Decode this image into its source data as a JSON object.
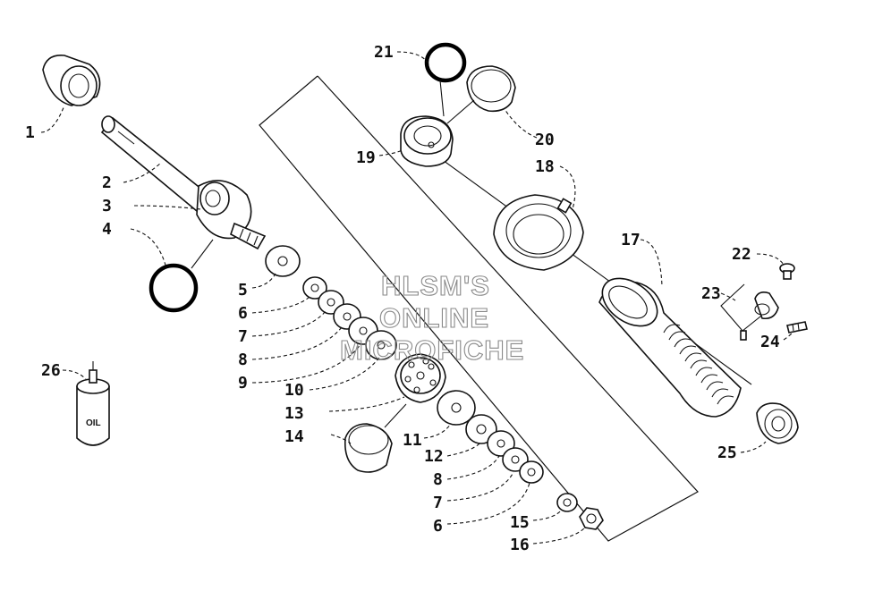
{
  "callouts": [
    {
      "id": "c1",
      "text": "1"
    },
    {
      "id": "c2",
      "text": "2"
    },
    {
      "id": "c3",
      "text": "3"
    },
    {
      "id": "c4",
      "text": "4"
    },
    {
      "id": "c5",
      "text": "5"
    },
    {
      "id": "c6a",
      "text": "6"
    },
    {
      "id": "c7a",
      "text": "7"
    },
    {
      "id": "c8a",
      "text": "8"
    },
    {
      "id": "c9",
      "text": "9"
    },
    {
      "id": "c10",
      "text": "10"
    },
    {
      "id": "c11",
      "text": "11"
    },
    {
      "id": "c12",
      "text": "12"
    },
    {
      "id": "c13",
      "text": "13"
    },
    {
      "id": "c14",
      "text": "14"
    },
    {
      "id": "c15",
      "text": "15"
    },
    {
      "id": "c16",
      "text": "16"
    },
    {
      "id": "c17",
      "text": "17"
    },
    {
      "id": "c18",
      "text": "18"
    },
    {
      "id": "c19",
      "text": "19"
    },
    {
      "id": "c20",
      "text": "20"
    },
    {
      "id": "c21",
      "text": "21"
    },
    {
      "id": "c22",
      "text": "22"
    },
    {
      "id": "c23",
      "text": "23"
    },
    {
      "id": "c24",
      "text": "24"
    },
    {
      "id": "c25",
      "text": "25"
    },
    {
      "id": "c26",
      "text": "26"
    },
    {
      "id": "c8b",
      "text": "8"
    },
    {
      "id": "c7b",
      "text": "7"
    },
    {
      "id": "c6b",
      "text": "6"
    }
  ],
  "oil_can_label": "OIL",
  "watermark": [
    "HLSM'S",
    "ONLINE",
    "MICROFICHE"
  ]
}
